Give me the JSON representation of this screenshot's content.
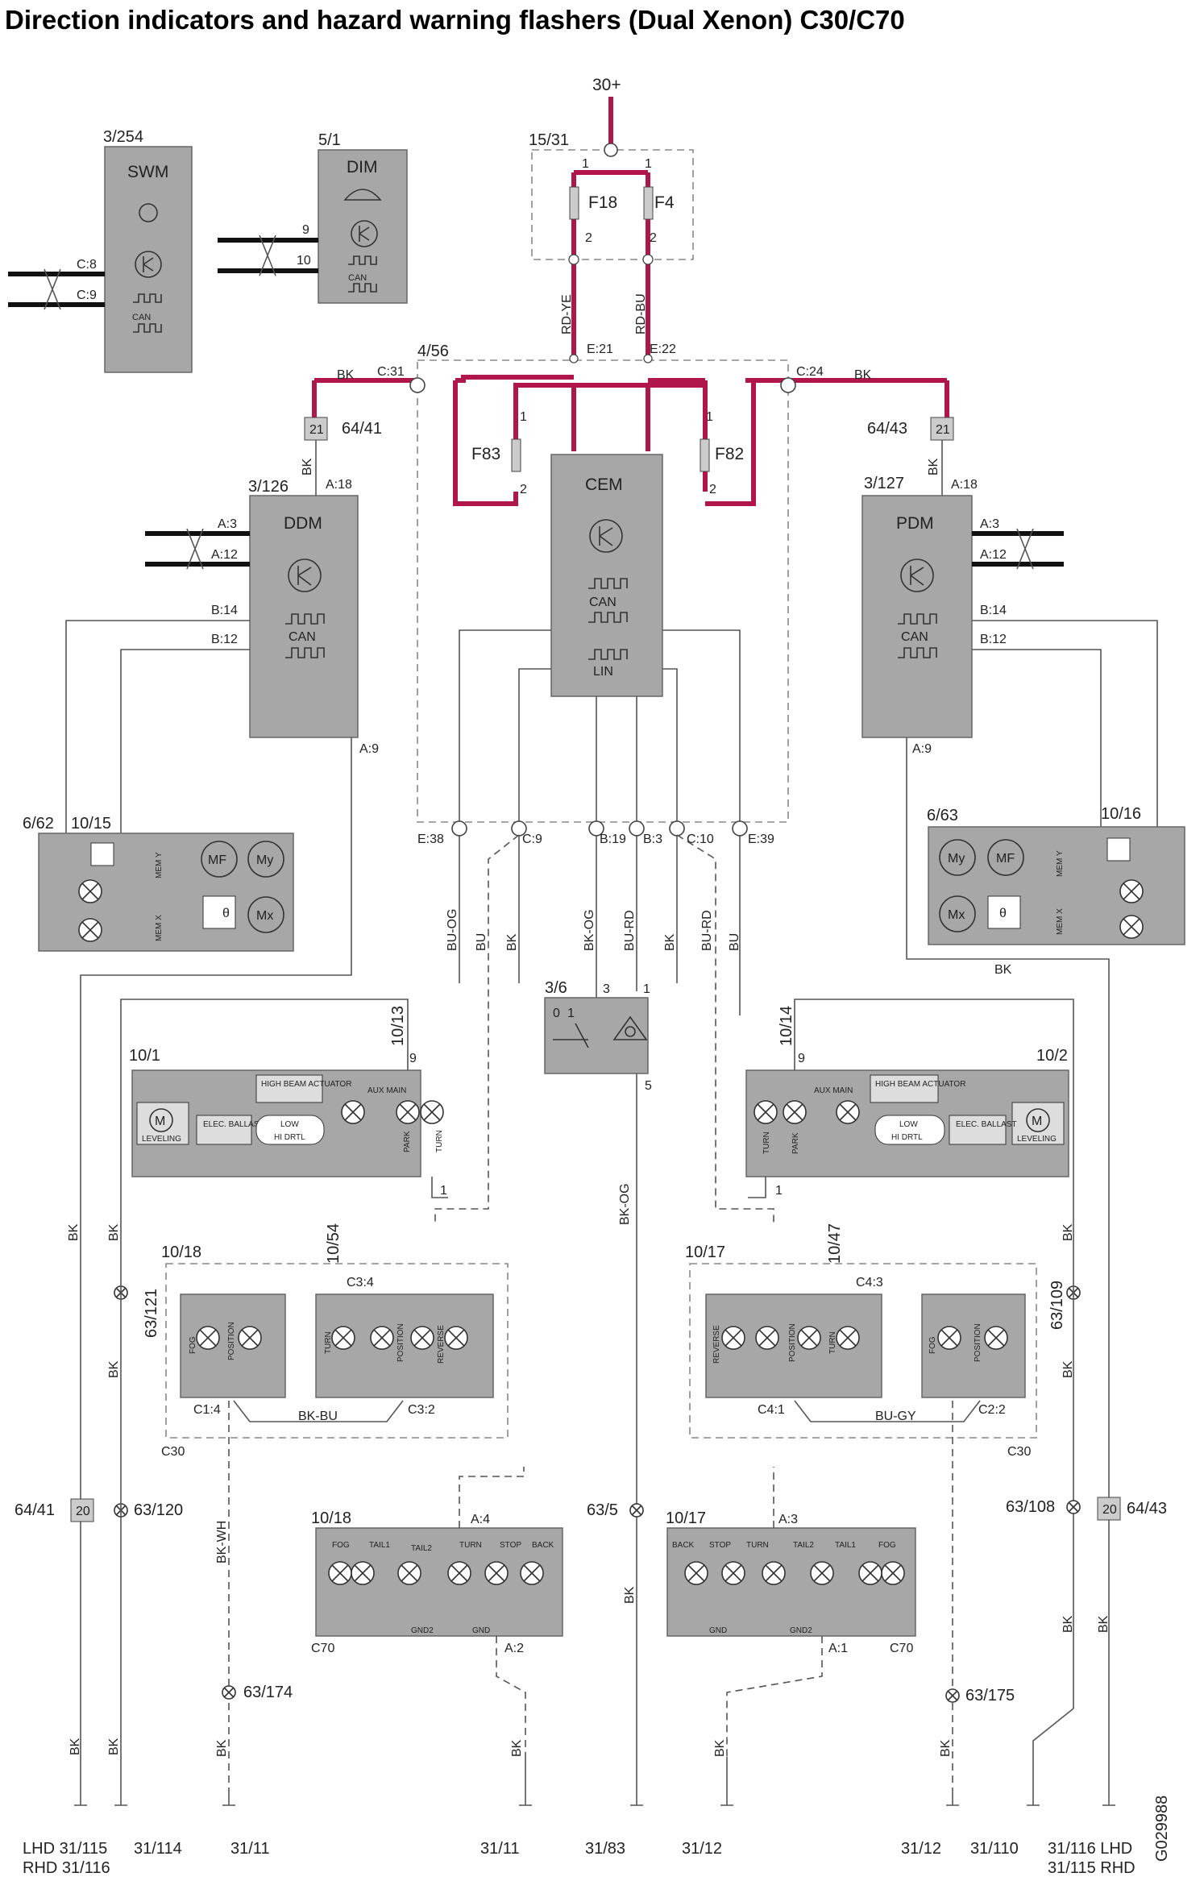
{
  "title": "Direction indicators and hazard warning flashers (Dual Xenon) C30/C70",
  "supply": "30+",
  "drawing_id": "G029988",
  "fusebox": {
    "ref": "15/31",
    "fuses": [
      "F18",
      "F4"
    ],
    "pin_in": "1",
    "pin_out": "2",
    "wire_left": "RD-YE",
    "wire_right": "RD-BU"
  },
  "cem": {
    "ref": "4/56",
    "name": "CEM",
    "can": "CAN",
    "lin": "LIN",
    "fuses": [
      "F83",
      "F82"
    ],
    "fuse_pin_top": "1",
    "fuse_pin_bottom": "2",
    "pins": {
      "c31": "C:31",
      "c24": "C:24",
      "e21": "E:21",
      "e22": "E:22",
      "e38": "E:38",
      "c9": "C:9",
      "b19": "B:19",
      "b3": "B:3",
      "c10": "C:10",
      "e39": "E:39"
    }
  },
  "swm": {
    "ref": "3/254",
    "name": "SWM",
    "can": "CAN",
    "pins": [
      "C:8",
      "C:9"
    ]
  },
  "dim": {
    "ref": "5/1",
    "name": "DIM",
    "can": "CAN",
    "pins": [
      "9",
      "10"
    ]
  },
  "ddm": {
    "ref": "3/126",
    "name": "DDM",
    "can": "CAN",
    "pins": [
      "A:18",
      "A:3",
      "A:12",
      "B:14",
      "B:12",
      "A:9"
    ]
  },
  "pdm": {
    "ref": "3/127",
    "name": "PDM",
    "can": "CAN",
    "pins": [
      "A:18",
      "A:3",
      "A:12",
      "B:14",
      "B:12",
      "A:9"
    ]
  },
  "splices": {
    "left_top": "64/41",
    "right_top": "64/43",
    "left_bottom": "64/41",
    "right_bottom": "64/43",
    "value_top": "21",
    "value_bottom": "20"
  },
  "mirror_left": {
    "refs": [
      "6/62",
      "10/15"
    ],
    "labels": [
      "MF",
      "My",
      "Mx",
      "θ",
      "MEM Y",
      "MEM X"
    ]
  },
  "mirror_right": {
    "refs": [
      "6/63",
      "10/16"
    ],
    "labels": [
      "My",
      "MF",
      "Mx",
      "θ",
      "MEM Y",
      "MEM X"
    ]
  },
  "hazard_switch": {
    "ref": "3/6",
    "pins": [
      "3",
      "1",
      "5"
    ],
    "positions": [
      "0",
      "1"
    ]
  },
  "headlamp_left": {
    "refs": [
      "10/1",
      "10/13"
    ],
    "pin": "9",
    "pin_bottom": "1",
    "labels": [
      "HIGH BEAM ACTUATOR",
      "AUX MAIN",
      "LEVELING",
      "ELEC. BALLAST",
      "LOW",
      "HI DRTL",
      "PARK",
      "TURN",
      "M"
    ]
  },
  "headlamp_right": {
    "refs": [
      "10/2",
      "10/14"
    ],
    "pin": "9",
    "pin_bottom": "1",
    "labels": [
      "HIGH BEAM ACTUATOR",
      "AUX MAIN",
      "LEVELING",
      "ELEC. BALLAST",
      "LOW",
      "HI DRTL",
      "PARK",
      "TURN",
      "M"
    ]
  },
  "wires": {
    "bk": "BK",
    "bu": "BU",
    "bu_og": "BU-OG",
    "bk_og": "BK-OG",
    "bu_rd": "BU-RD",
    "bk_bu": "BK-BU",
    "bu_gy": "BU-GY",
    "bk_wh": "BK-WH"
  },
  "rear_c30_left": {
    "refs": [
      "10/18",
      "10/54"
    ],
    "variant": "C30",
    "pins": [
      "C3:4",
      "C1:4",
      "C3:2"
    ],
    "labels": [
      "FOG",
      "POSITION",
      "TURN",
      "POSITION",
      "REVERSE"
    ]
  },
  "rear_c30_right": {
    "refs": [
      "10/17",
      "10/47"
    ],
    "variant": "C30",
    "pins": [
      "C4:3",
      "C4:1",
      "C2:2"
    ],
    "labels": [
      "REVERSE",
      "POSITION",
      "TURN",
      "FOG",
      "POSITION"
    ]
  },
  "rear_c70_left": {
    "ref": "10/18",
    "variant": "C70",
    "pins": [
      "A:4",
      "A:2"
    ],
    "labels": [
      "FOG",
      "TAIL1",
      "TAIL2",
      "TURN",
      "STOP",
      "BACK",
      "GND2",
      "GND"
    ]
  },
  "rear_c70_right": {
    "ref": "10/17",
    "variant": "C70",
    "pins": [
      "A:3",
      "A:1"
    ],
    "labels": [
      "BACK",
      "STOP",
      "TURN",
      "TAIL2",
      "TAIL1",
      "FOG",
      "GND",
      "GND2"
    ]
  },
  "ground_splices": [
    "63/121",
    "63/109",
    "63/120",
    "63/5",
    "63/108",
    "63/174",
    "63/175"
  ],
  "grounds": {
    "g1a": "LHD 31/115",
    "g1b": "RHD 31/116",
    "g2": "31/114",
    "g3": "31/11",
    "g4": "31/11",
    "g5": "31/83",
    "g6": "31/12",
    "g7": "31/12",
    "g8": "31/110",
    "g9a": "31/116 LHD",
    "g9b": "31/115 RHD"
  }
}
